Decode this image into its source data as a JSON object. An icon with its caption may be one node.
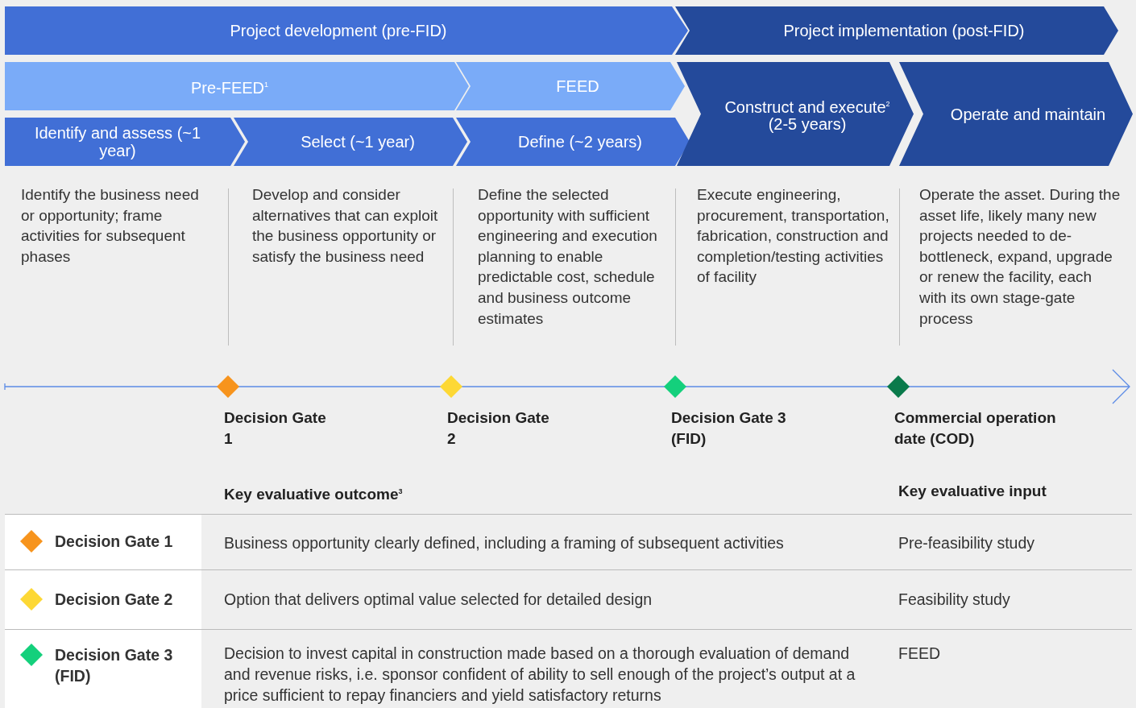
{
  "diagram": {
    "nodes": [
      {
        "text": [
          "Project development (pre-FID)"
        ]
      },
      {
        "text": [
          "Project implementation (post-FID)"
        ]
      },
      {
        "text": [
          "Pre-FEED$^{1}$"
        ]
      },
      {
        "text": [
          "FEED"
        ]
      },
      {
        "text": [
          "Identify and assess (~1 year)"
        ]
      },
      {
        "text": [
          "Select (~1 year)"
        ]
      },
      {
        "text": [
          "Define (~2 years)"
        ]
      },
      {
        "text": [
          "Construct and execute$^{2}$ (2-5 years)"
        ]
      },
      {
        "text": [
          "Operate and maintain"
        ]
      },
      {
        "text": [
          "Decision Gate 1"
        ]
      },
      {
        "text": [
          "Decision Gate 2"
        ]
      },
      {
        "text": [
          "Decision Gate 3 (FID)"
        ]
      },
      {
        "text": [
          "Commercial operation date (COD)"
        ]
      }
    ],
    "labels": [
      "Identify the business need or opportunity; frame activities for subsequent phases",
      "Develop and consider alternatives that can exploit the business opportunity or satisfy the business need",
      "Define the selected opportunity with sufficient engineering and execution planning to enable predictable cost, schedule and business outcome estimates",
      "Execute engineering, procurement, transportation, fabrication, construction and completion/testing activities of facility",
      "Operate the asset. During the asset life, likely many new projects needed to de-bottleneck, expand, upgrade or renew the facility, each with its own stage-gate process",
      "Key evaluative outcome$^{3}$",
      "Key evaluative input",
      "Decision Gate 1",
      "Business opportunity clearly defined, including a framing of subsequent activities",
      "Pre-feasibility study",
      "Decision Gate 2",
      "Option that delivers optimal value selected for detailed design",
      "Feasibility study",
      "Decision Gate 3 (FID)",
      "Decision to invest capital in construction made based on a thorough evaluation of demand and revenue risks, i.e. sponsor confident of ability to sell enough of the project’s output at a price sufficient to repay financiers and yield satisfactory returns",
      "FEED"
    ]
  }
}
